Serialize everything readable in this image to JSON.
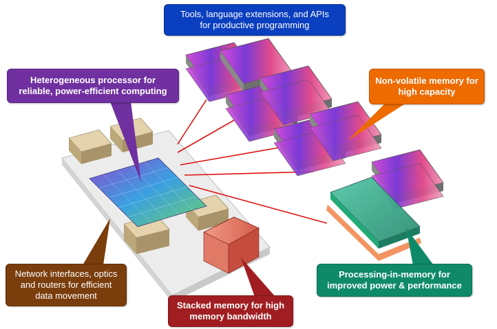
{
  "callouts": {
    "tools": {
      "line1": "Tools, language extensions, and APIs",
      "line2": "for productive programming",
      "color": "#0a3fbf"
    },
    "heterogeneous": {
      "line1": "Heterogeneous processor for",
      "line2": "reliable, power-efficient computing",
      "color": "#7030a0"
    },
    "nonvolatile": {
      "line1": "Non-volatile memory for",
      "line2": "high capacity",
      "color": "#ee6b00"
    },
    "network": {
      "line1": "Network interfaces, optics",
      "line2": "and routers for efficient",
      "line3": "data movement",
      "color": "#7a3d0c"
    },
    "stacked": {
      "line1": "Stacked memory for high",
      "line2": "memory bandwidth",
      "color": "#a01e22"
    },
    "pim": {
      "line1": "Processing-in-memory for",
      "line2": "improved power & performance",
      "color": "#0f8a69"
    }
  },
  "colors": {
    "link_lines": "#e01010",
    "board": "#e9e9ea",
    "dram_stack": "#d9c7a0",
    "nvm_top": "#c040d0"
  }
}
